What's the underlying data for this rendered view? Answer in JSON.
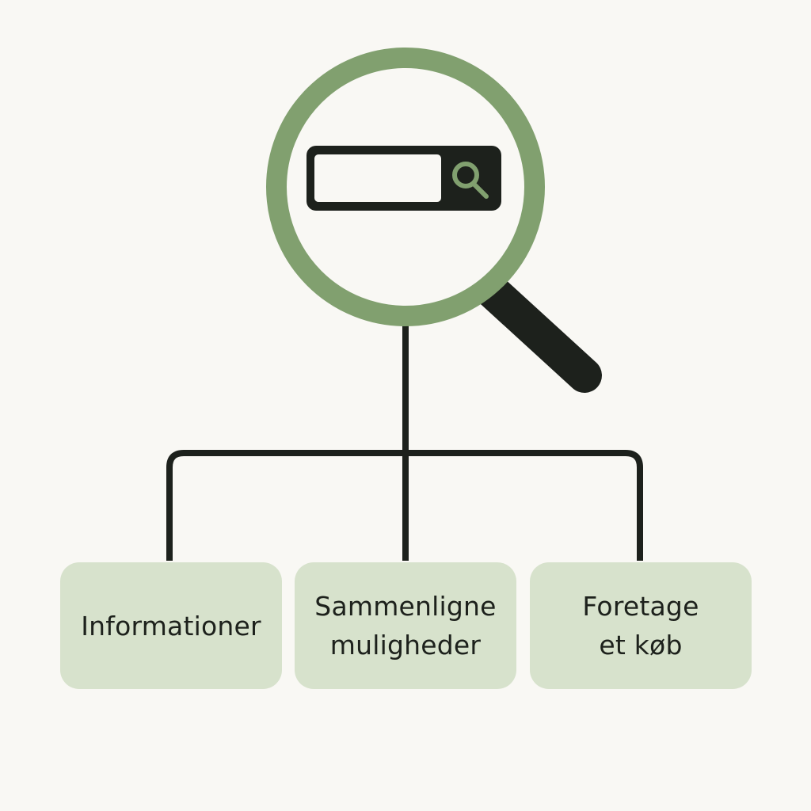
{
  "colors": {
    "background": "#f9f8f4",
    "lens_ring": "#81a06f",
    "dark": "#1d211c",
    "box_fill": "#d7e2cc",
    "search_icon": "#81a06f"
  },
  "icons": {
    "magnifier": "magnifying-glass-icon",
    "search": "search-icon"
  },
  "boxes": [
    {
      "lines": [
        "Informationer"
      ]
    },
    {
      "lines": [
        "Sammenligne",
        "muligheder"
      ]
    },
    {
      "lines": [
        "Foretage",
        "et køb"
      ]
    }
  ]
}
